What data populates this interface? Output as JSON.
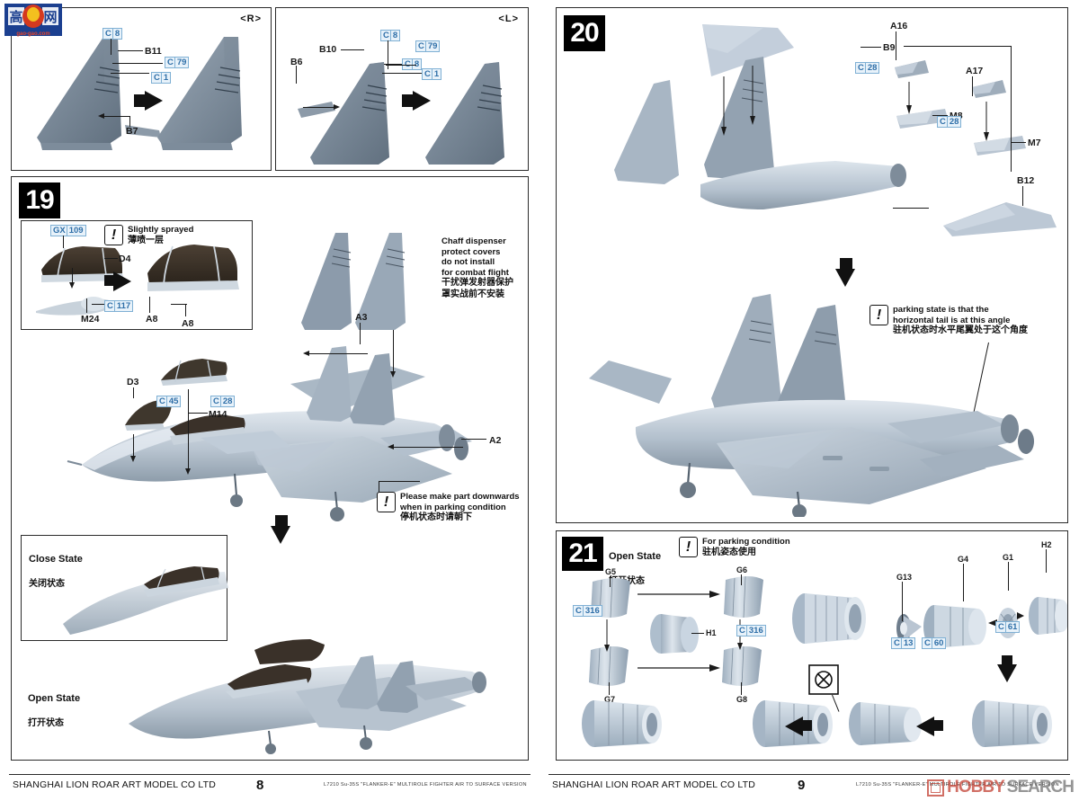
{
  "manual": {
    "company": "SHANGHAI LION ROAR ART MODEL CO LTD",
    "kit_line": "L7210  Su-35S  \"FLANKER-E\"  MULTIROLE  FIGHTER  AIR  TO  SURFACE  VERSION",
    "left_page_number": "8",
    "right_page_number": "9",
    "watermark_logo": "gao-gao.com",
    "watermark_right_1": "HOBBY",
    "watermark_right_2": "SEARCH"
  },
  "panel_tail_right": {
    "side_marker": "<R>",
    "labels": {
      "c8": "C",
      "c8_n": "8",
      "b11": "B11",
      "c79": "C",
      "c79_n": "79",
      "c1": "C",
      "c1_n": "1",
      "b7": "B7"
    }
  },
  "panel_tail_left": {
    "side_marker": "<L>",
    "labels": {
      "b10": "B10",
      "b6": "B6",
      "c8a": "C",
      "c8a_n": "8",
      "c79": "C",
      "c79_n": "79",
      "c8b": "C",
      "c8b_n": "8",
      "c1": "C",
      "c1_n": "1"
    }
  },
  "step19": {
    "number": "19",
    "canopy_detail": {
      "gx109": "GX",
      "gx109_n": "109",
      "d4": "D4",
      "m24": "M24",
      "c117": "C",
      "c117_n": "117",
      "a8_left": "A8",
      "a8_right": "A8",
      "note_en": "Slightly sprayed",
      "note_cn": "薄喷一层"
    },
    "chaff_note": {
      "en": "Chaff dispenser\nprotect covers\ndo not install\nfor combat flight",
      "cn": "干扰弹发射器保护\n罩实战前不安装"
    },
    "parts": {
      "d3": "D3",
      "c45": "C",
      "c45_n": "45",
      "c28": "C",
      "c28_n": "28",
      "m14": "M14",
      "a3": "A3",
      "a2": "A2"
    },
    "downwards_note": {
      "en": "Please make part downwards\nwhen in parking condition",
      "cn": "停机状态时请朝下"
    },
    "close_state": {
      "en": "Close State",
      "cn": "关闭状态"
    },
    "open_state": {
      "en": "Open State",
      "cn": "打开状态"
    }
  },
  "step20": {
    "number": "20",
    "labels": {
      "b9": "B9",
      "a16": "A16",
      "c28_a": "C",
      "c28_a_n": "28",
      "m8": "M8",
      "a17": "A17",
      "c28_b": "C",
      "c28_b_n": "28",
      "m7": "M7",
      "b12": "B12"
    },
    "parking_note": {
      "en": "parking state is that the\nhorizontal tail is at this angle",
      "cn": "驻机状态时水平尾翼处于这个角度"
    }
  },
  "step21": {
    "number": "21",
    "open_state": {
      "en": "Open State",
      "cn": "打开状态"
    },
    "parking_note": {
      "en": "For parking condition",
      "cn": "驻机姿态使用"
    },
    "labels": {
      "g5": "G5",
      "g6": "G6",
      "g7": "G7",
      "g8": "G8",
      "h1": "H1",
      "c316_a": "C",
      "c316_a_n": "316",
      "c316_b": "C",
      "c316_b_n": "316",
      "g13": "G13",
      "c13": "C",
      "c13_n": "13",
      "g4": "G4",
      "c60": "C",
      "c60_n": "60",
      "g1": "G1",
      "c61": "C",
      "c61_n": "61",
      "h2": "H2"
    }
  },
  "colors": {
    "paint_blue": "#2f6fa8",
    "paint_bg": "#e8f2fa",
    "line": "#1a1a1a",
    "plastic_light": "#c3ced9",
    "plastic_mid": "#9fb0c0",
    "plastic_dark": "#6a7b8c",
    "canopy_dark": "#3b3026"
  }
}
